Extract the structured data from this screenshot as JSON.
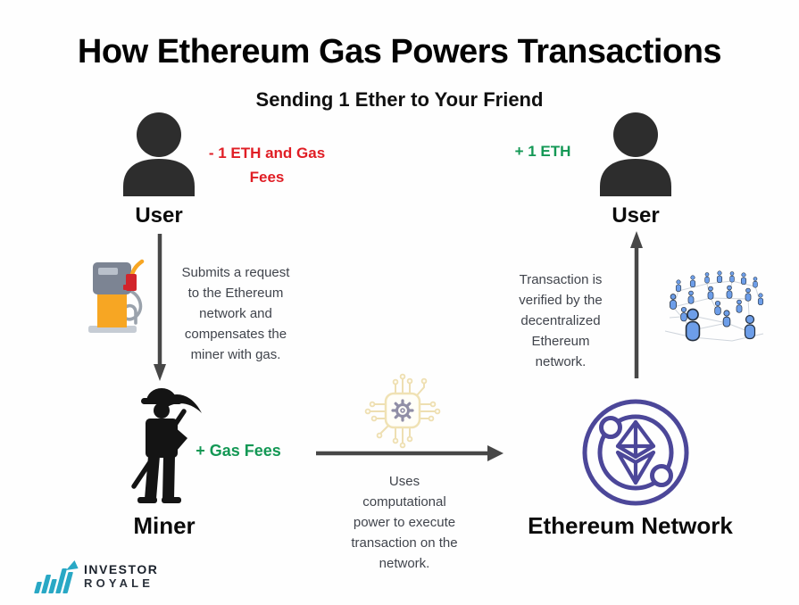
{
  "title": "How Ethereum Gas Powers Transactions",
  "subtitle": "Sending 1 Ether to Your Friend",
  "sender": {
    "label": "User",
    "change": "- 1 ETH and Gas\nFees"
  },
  "receiver": {
    "label": "User",
    "change": "+ 1 ETH"
  },
  "miner": {
    "label": "Miner",
    "change": "+ Gas Fees"
  },
  "network": {
    "label": "Ethereum Network"
  },
  "steps": {
    "submit": "Submits a request\nto the Ethereum\nnetwork and\ncompensates the\nminer with gas.",
    "compute": "Uses\ncomputational\npower to execute\ntransaction on the\nnetwork.",
    "verify": "Transaction is\nverified by the\ndecentralized\nEthereum\nnetwork."
  },
  "brand": {
    "line1": "INVESTOR",
    "line2": "ROYALE"
  },
  "colors": {
    "negative_red": "#e01e25",
    "positive_green": "#149855",
    "arrow_gray": "#474747",
    "body_text_gray": "#40444c",
    "ethereum_purple": "#4c4799",
    "brand_teal": "#29a8c5",
    "silhouette_black": "#2d2d2d",
    "pump_orange": "#f7a623",
    "crowd_blue": "#6d9ee9"
  },
  "icons": {
    "sender": "user-icon",
    "receiver": "user-icon",
    "miner": "miner-icon",
    "network": "ethereum-network-icon",
    "submit": "gas-pump-icon",
    "compute": "cpu-chip-icon",
    "verify": "crowd-network-icon",
    "brand": "bar-chart-logo-icon"
  }
}
